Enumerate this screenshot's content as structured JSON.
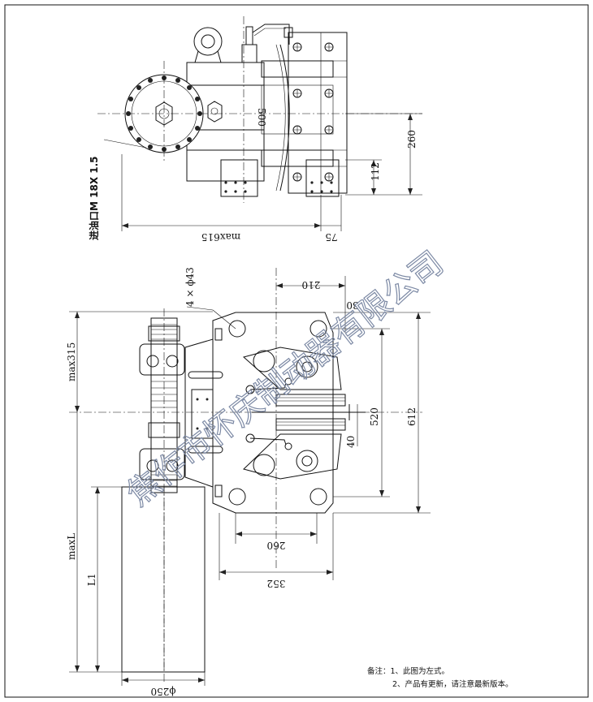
{
  "dimensions": {
    "top_view": {
      "height_500": "500",
      "height_260": "260",
      "height_112": "112",
      "width_max615": "max615",
      "width_75": "75",
      "oil_inlet": "进油口M 18X 1.5"
    },
    "front_view": {
      "holes": "4 × ϕ43",
      "width_210": "210",
      "offset_30": "30",
      "height_max315": "max315",
      "height_520": "520",
      "height_612": "612",
      "thickness_40": "40",
      "height_maxL": "maxL",
      "length_L1": "L1",
      "width_260": "260",
      "width_352": "352",
      "diameter_250": "ϕ250"
    }
  },
  "notes": {
    "line1": "备注：1、此图为左式。",
    "line2": "2、产品有更新，请注意最新版本。"
  },
  "watermark": "焦作市怀庆制动器有限公司",
  "colors": {
    "line": "#111111",
    "watermark": "#7d8aa5"
  }
}
